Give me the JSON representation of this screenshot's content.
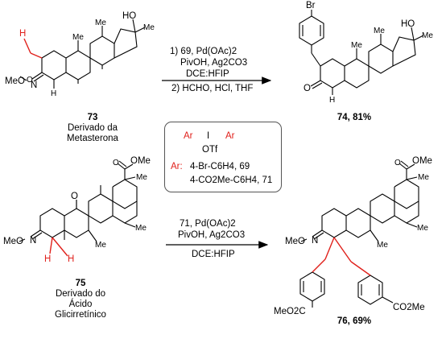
{
  "reaction1": {
    "condition1": "1) 69, Pd(OAc)2",
    "condition2": "PivOH, Ag2CO3",
    "condition3": "DCE:HFIP",
    "condition4": "2) HCHO, HCl, THF",
    "reactant_number": "73",
    "reactant_name_line1": "Derivado da",
    "reactant_name_line2": "Metasterona",
    "product_label": "74, 81%"
  },
  "reagent_box": {
    "ar1": "Ar",
    "sep": "I",
    "ar2": "Ar",
    "counterion": "OTf",
    "ar_label": "Ar:",
    "option1": "4-Br-C6H4, 69",
    "option2": "4-CO2Me-C6H4, 71"
  },
  "reaction2": {
    "condition1": "71, Pd(OAc)2",
    "condition2": "PivOH, Ag2CO3",
    "condition3": "DCE:HFIP",
    "reactant_number": "75",
    "reactant_name_line1": "Derivado do",
    "reactant_name_line2": "Ácido",
    "reactant_name_line3": "Glicirretínico",
    "product_label": "76, 69%"
  },
  "atoms": {
    "meo": "MeO",
    "n": "N",
    "o": "O",
    "h": "H",
    "ho": "HO",
    "me": "Me",
    "br": "Br",
    "ome": "OMe",
    "meo2c": "MeO2C",
    "co2me": "CO2Me"
  },
  "colors": {
    "highlight": "#e0201b",
    "ink": "#000000",
    "box_border": "#555555"
  }
}
